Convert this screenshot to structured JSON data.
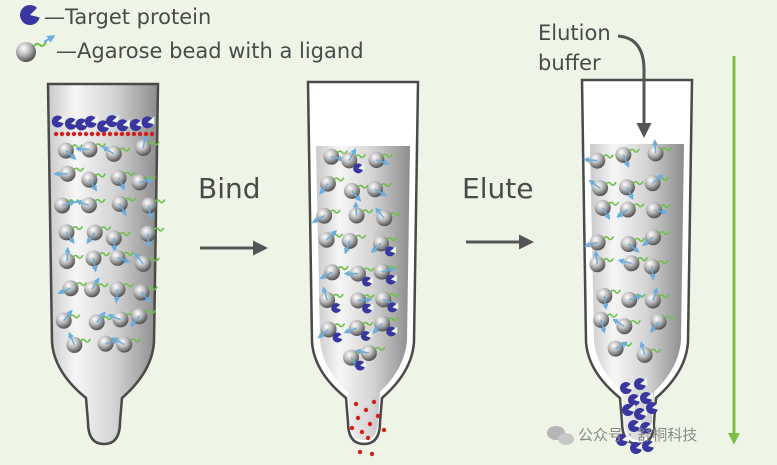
{
  "legend": {
    "target_protein": "—Target protein",
    "agarose_bead": "—Agarose bead with a ligand"
  },
  "steps": {
    "bind": "Bind",
    "elute": "Elute"
  },
  "elution_buffer": {
    "line1": "Elution",
    "line2": "buffer"
  },
  "watermark": "公众号 · 舒桐科技",
  "colors": {
    "background": "#eef4e6",
    "protein": "#3a36a0",
    "bead": "#7a7a7a",
    "ligand": "#6fc04a",
    "arrow_blue": "#6aaee0",
    "red_dot": "#d0201c",
    "flow_line": "#7ac143"
  }
}
